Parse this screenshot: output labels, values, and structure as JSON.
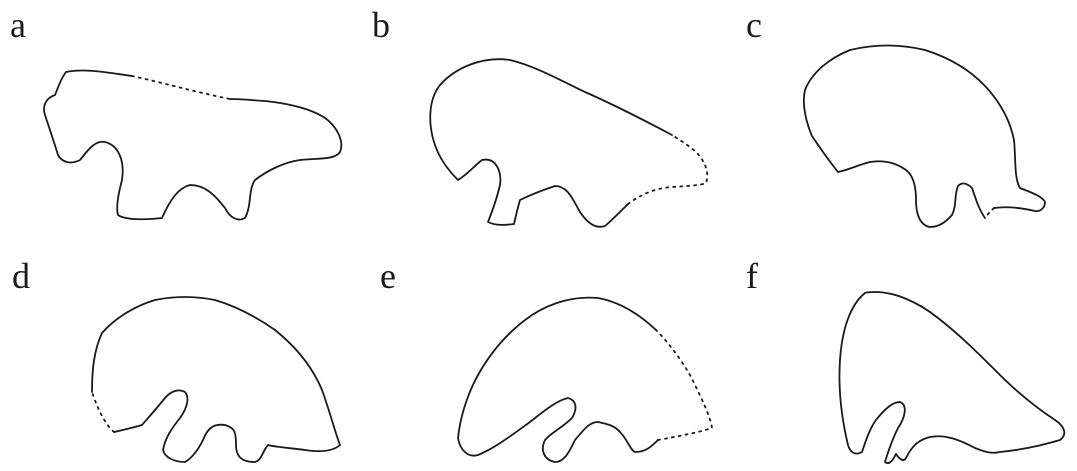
{
  "panels": [
    {
      "id": "a",
      "label": "a"
    },
    {
      "id": "b",
      "label": "b"
    },
    {
      "id": "c",
      "label": "c"
    },
    {
      "id": "d",
      "label": "d"
    },
    {
      "id": "e",
      "label": "e"
    },
    {
      "id": "f",
      "label": "f"
    }
  ]
}
